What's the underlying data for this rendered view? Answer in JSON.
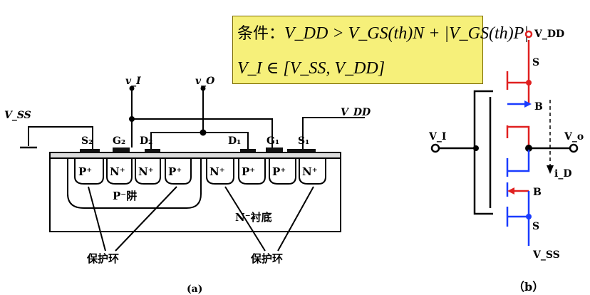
{
  "condition": {
    "label": "条件：",
    "line1": "V_DD > V_GS(th)N + |V_GS(th)P|",
    "line2": "V_I ∈ [V_SS, V_DD]"
  },
  "fig_a": {
    "vss": "V_SS",
    "vdd": "V_DD",
    "vi": "v_I",
    "vo": "v_O",
    "s2": "S₂",
    "g2": "G₂",
    "d2": "D₂",
    "d1": "D₁",
    "g1": "G₁",
    "s1": "S₁",
    "regions": [
      "P⁺",
      "N⁺",
      "N⁺",
      "P⁺",
      "N⁺",
      "P⁺",
      "P⁺",
      "N⁺"
    ],
    "pwell": "P⁻阱",
    "nsub": "N⁻衬底",
    "guard1": "保护环",
    "guard2": "保护环",
    "caption": "(a)"
  },
  "fig_b": {
    "vdd": "V_DD",
    "vss": "V_SS",
    "vi": "V_I",
    "vo": "V_o",
    "id": "i_D",
    "s_top": "S",
    "b_top": "B",
    "b_bot": "B",
    "s_bot": "S",
    "caption": "（b）"
  },
  "colors": {
    "red": "#e02020",
    "blue": "#1a3cff",
    "box": "#f6f07a"
  }
}
